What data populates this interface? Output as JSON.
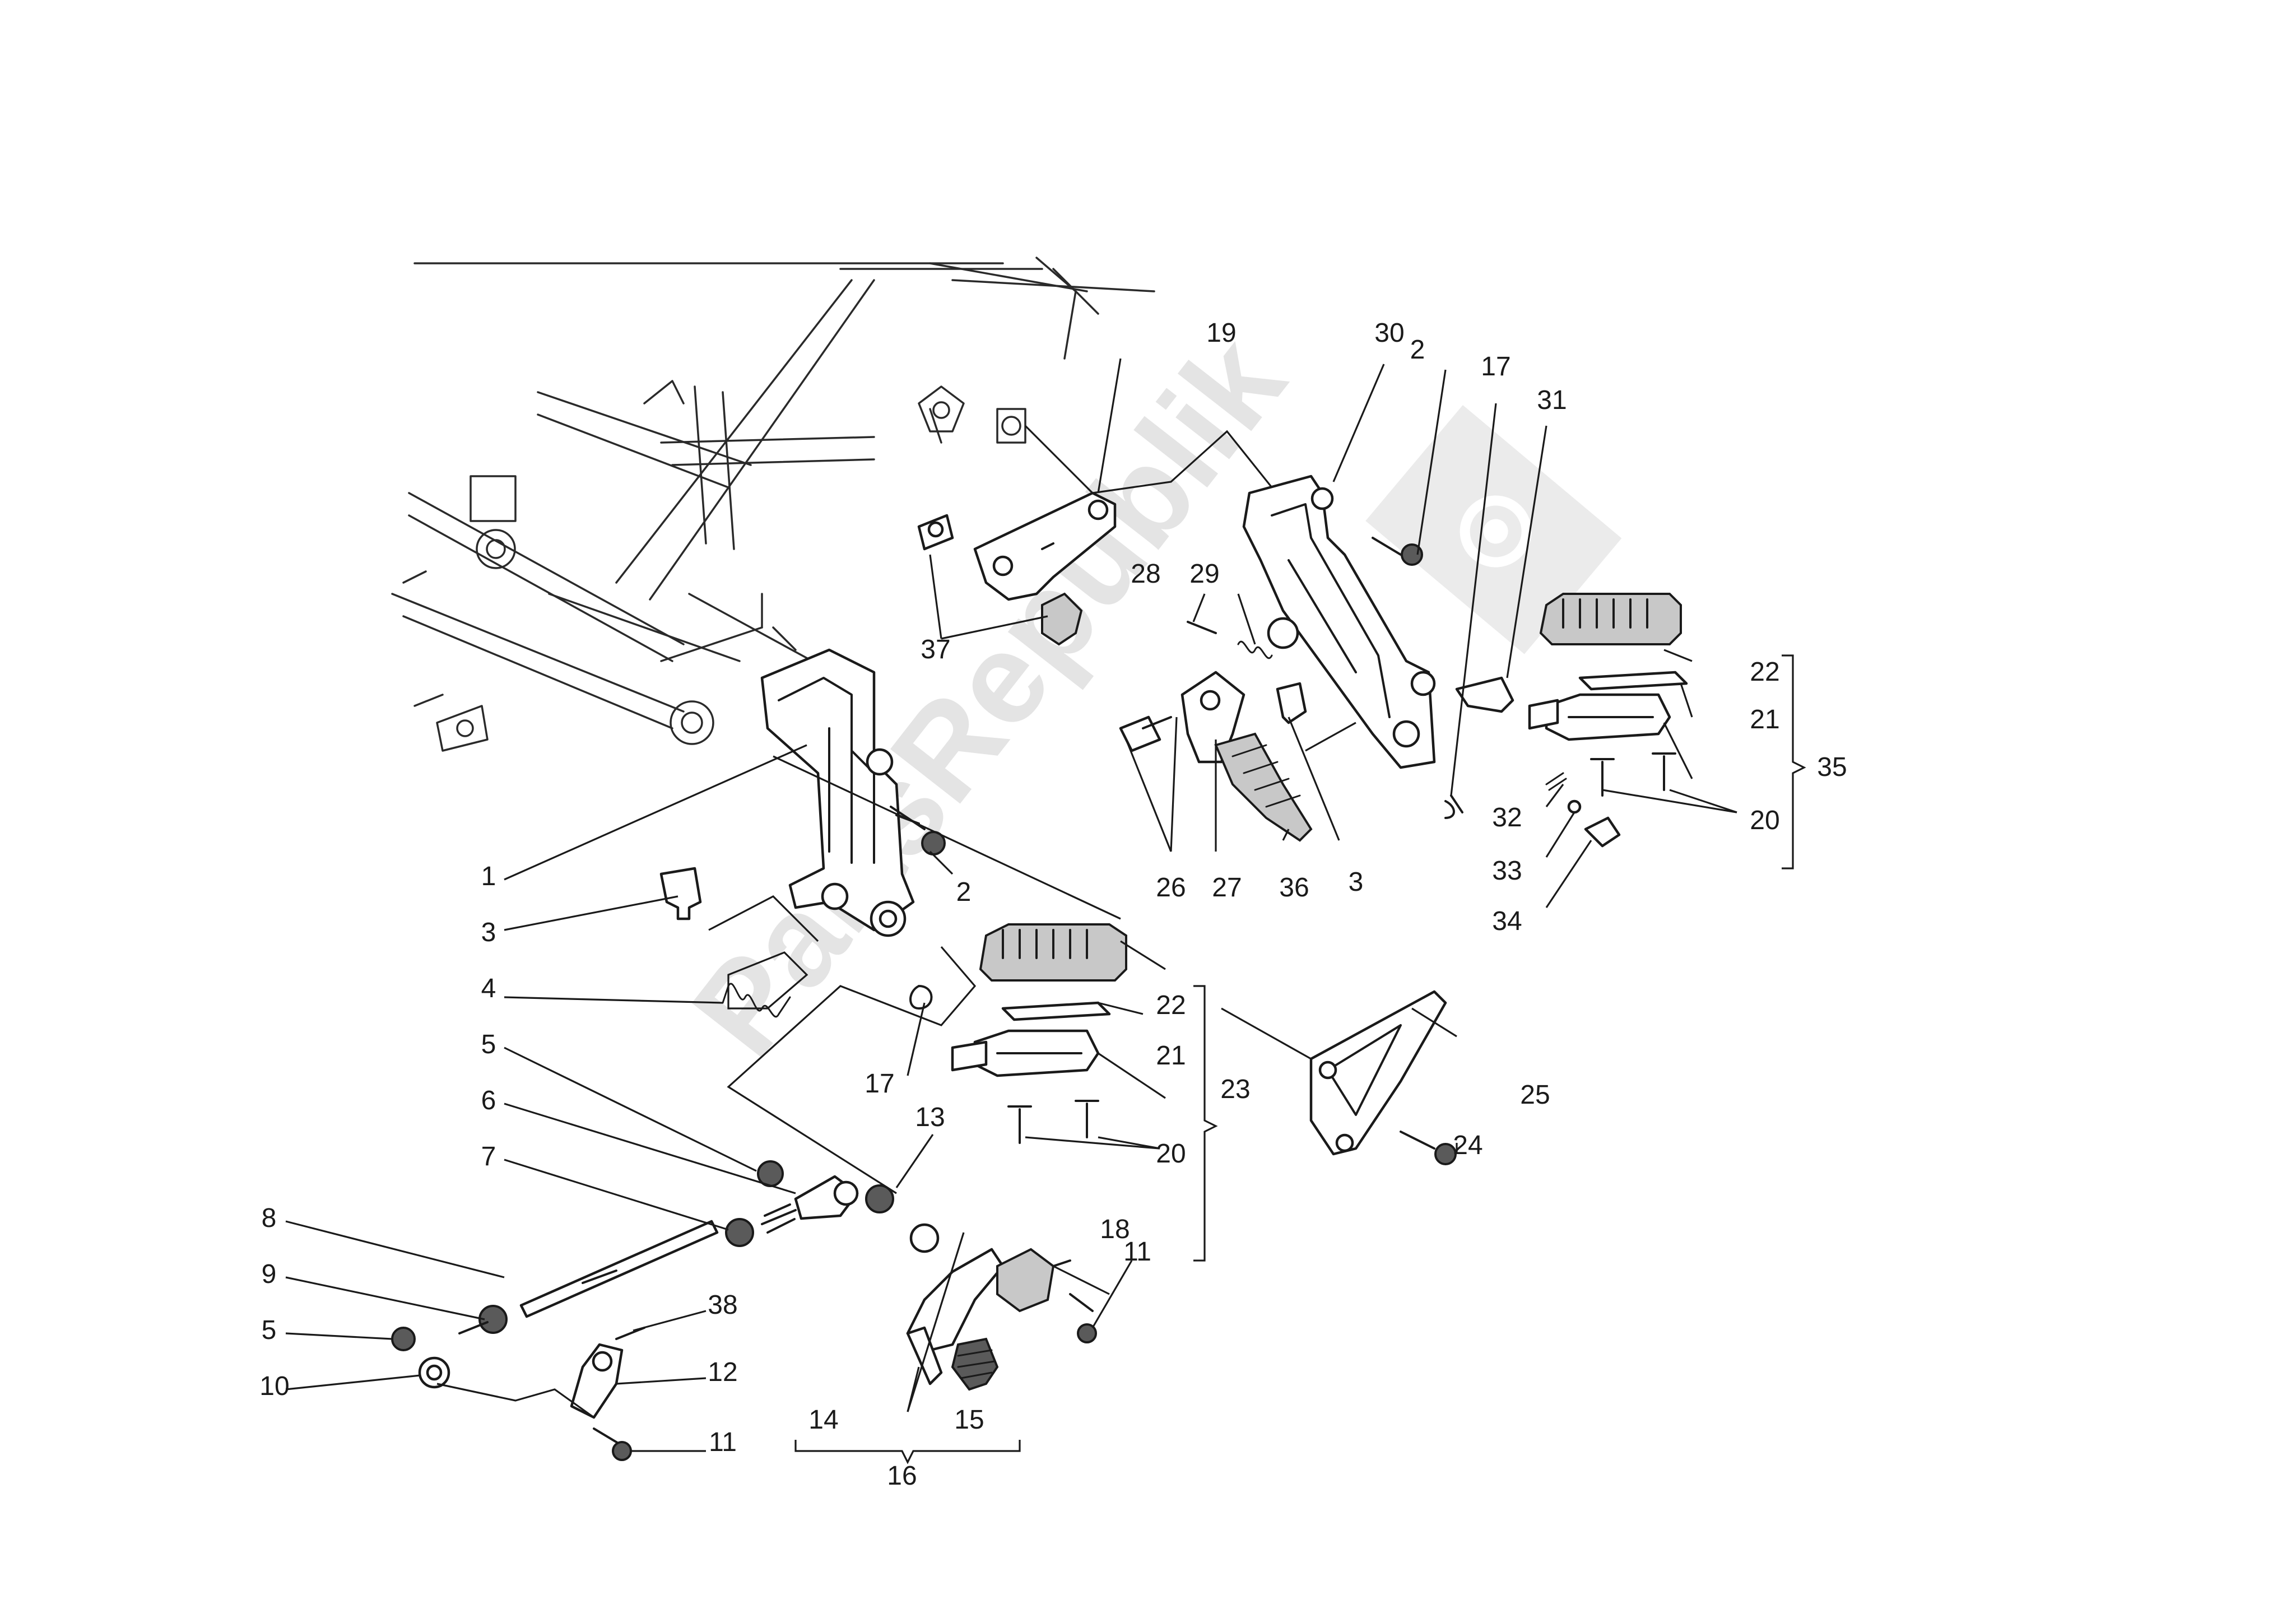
{
  "watermark": {
    "text": "PartsRepublik"
  },
  "callouts": [
    {
      "id": "c1",
      "text": "1"
    },
    {
      "id": "c2a",
      "text": "2"
    },
    {
      "id": "c2b",
      "text": "2"
    },
    {
      "id": "c3a",
      "text": "3"
    },
    {
      "id": "c3b",
      "text": "3"
    },
    {
      "id": "c4",
      "text": "4"
    },
    {
      "id": "c5a",
      "text": "5"
    },
    {
      "id": "c5b",
      "text": "5"
    },
    {
      "id": "c6",
      "text": "6"
    },
    {
      "id": "c7",
      "text": "7"
    },
    {
      "id": "c8",
      "text": "8"
    },
    {
      "id": "c9",
      "text": "9"
    },
    {
      "id": "c10",
      "text": "10"
    },
    {
      "id": "c11a",
      "text": "11"
    },
    {
      "id": "c11b",
      "text": "11"
    },
    {
      "id": "c12",
      "text": "12"
    },
    {
      "id": "c13",
      "text": "13"
    },
    {
      "id": "c14",
      "text": "14"
    },
    {
      "id": "c15",
      "text": "15"
    },
    {
      "id": "c16",
      "text": "16"
    },
    {
      "id": "c17a",
      "text": "17"
    },
    {
      "id": "c17b",
      "text": "17"
    },
    {
      "id": "c18",
      "text": "18"
    },
    {
      "id": "c19",
      "text": "19"
    },
    {
      "id": "c20a",
      "text": "20"
    },
    {
      "id": "c20b",
      "text": "20"
    },
    {
      "id": "c21a",
      "text": "21"
    },
    {
      "id": "c21b",
      "text": "21"
    },
    {
      "id": "c22a",
      "text": "22"
    },
    {
      "id": "c22b",
      "text": "22"
    },
    {
      "id": "c23",
      "text": "23"
    },
    {
      "id": "c24",
      "text": "24"
    },
    {
      "id": "c25",
      "text": "25"
    },
    {
      "id": "c26",
      "text": "26"
    },
    {
      "id": "c27",
      "text": "27"
    },
    {
      "id": "c28",
      "text": "28"
    },
    {
      "id": "c29",
      "text": "29"
    },
    {
      "id": "c30",
      "text": "30"
    },
    {
      "id": "c31",
      "text": "31"
    },
    {
      "id": "c32",
      "text": "32"
    },
    {
      "id": "c33",
      "text": "33"
    },
    {
      "id": "c34",
      "text": "34"
    },
    {
      "id": "c35",
      "text": "35"
    },
    {
      "id": "c36",
      "text": "36"
    },
    {
      "id": "c37",
      "text": "37"
    },
    {
      "id": "c38",
      "text": "38"
    }
  ]
}
